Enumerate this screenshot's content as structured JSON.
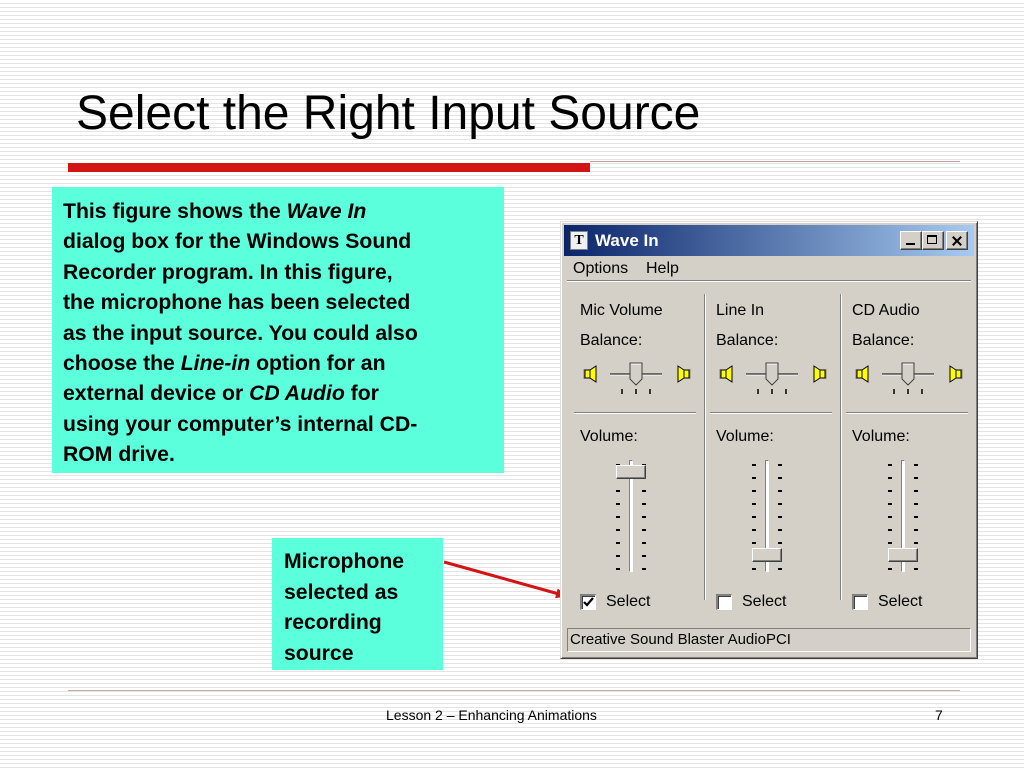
{
  "slide": {
    "title": "Select the Right Input Source",
    "description_lines": [
      {
        "before": "This figure shows the ",
        "em": "Wave In",
        "after": ""
      },
      {
        "before": "dialog box for the Windows Sound",
        "em": "",
        "after": ""
      },
      {
        "before": "Recorder program. In this figure,",
        "em": "",
        "after": ""
      },
      {
        "before": "the microphone has been selected",
        "em": "",
        "after": ""
      },
      {
        "before": "as the input source. You could also",
        "em": "",
        "after": ""
      },
      {
        "before": "choose the ",
        "em": "Line-in",
        "after": " option for an"
      },
      {
        "before": "external device or ",
        "em": "CD Audio",
        "after": " for"
      },
      {
        "before": "using your computer’s internal CD-",
        "em": "",
        "after": ""
      },
      {
        "before": "ROM drive.",
        "em": "",
        "after": ""
      }
    ],
    "callout_lines": [
      "Microphone",
      "selected as",
      "recording",
      "source"
    ],
    "footer": "Lesson 2 – Enhancing Animations",
    "page_number": "7",
    "colors": {
      "accent_red": "#d21414",
      "box_fill": "#5cffdc",
      "titlebar": "#0a246a"
    }
  },
  "dialog": {
    "title": "Wave In",
    "title_icon": "T",
    "menu": [
      "Options",
      "Help"
    ],
    "columns": [
      {
        "name": "Mic Volume",
        "balance_label": "Balance:",
        "volume_label": "Volume:",
        "volume_level": 0.95,
        "selected": true,
        "select_label": "Select"
      },
      {
        "name": "Line In",
        "balance_label": "Balance:",
        "volume_label": "Volume:",
        "volume_level": 0.1,
        "selected": false,
        "select_label": "Select"
      },
      {
        "name": "CD Audio",
        "balance_label": "Balance:",
        "volume_label": "Volume:",
        "volume_level": 0.1,
        "selected": false,
        "select_label": "Select"
      }
    ],
    "status": "Creative Sound Blaster AudioPCI"
  }
}
